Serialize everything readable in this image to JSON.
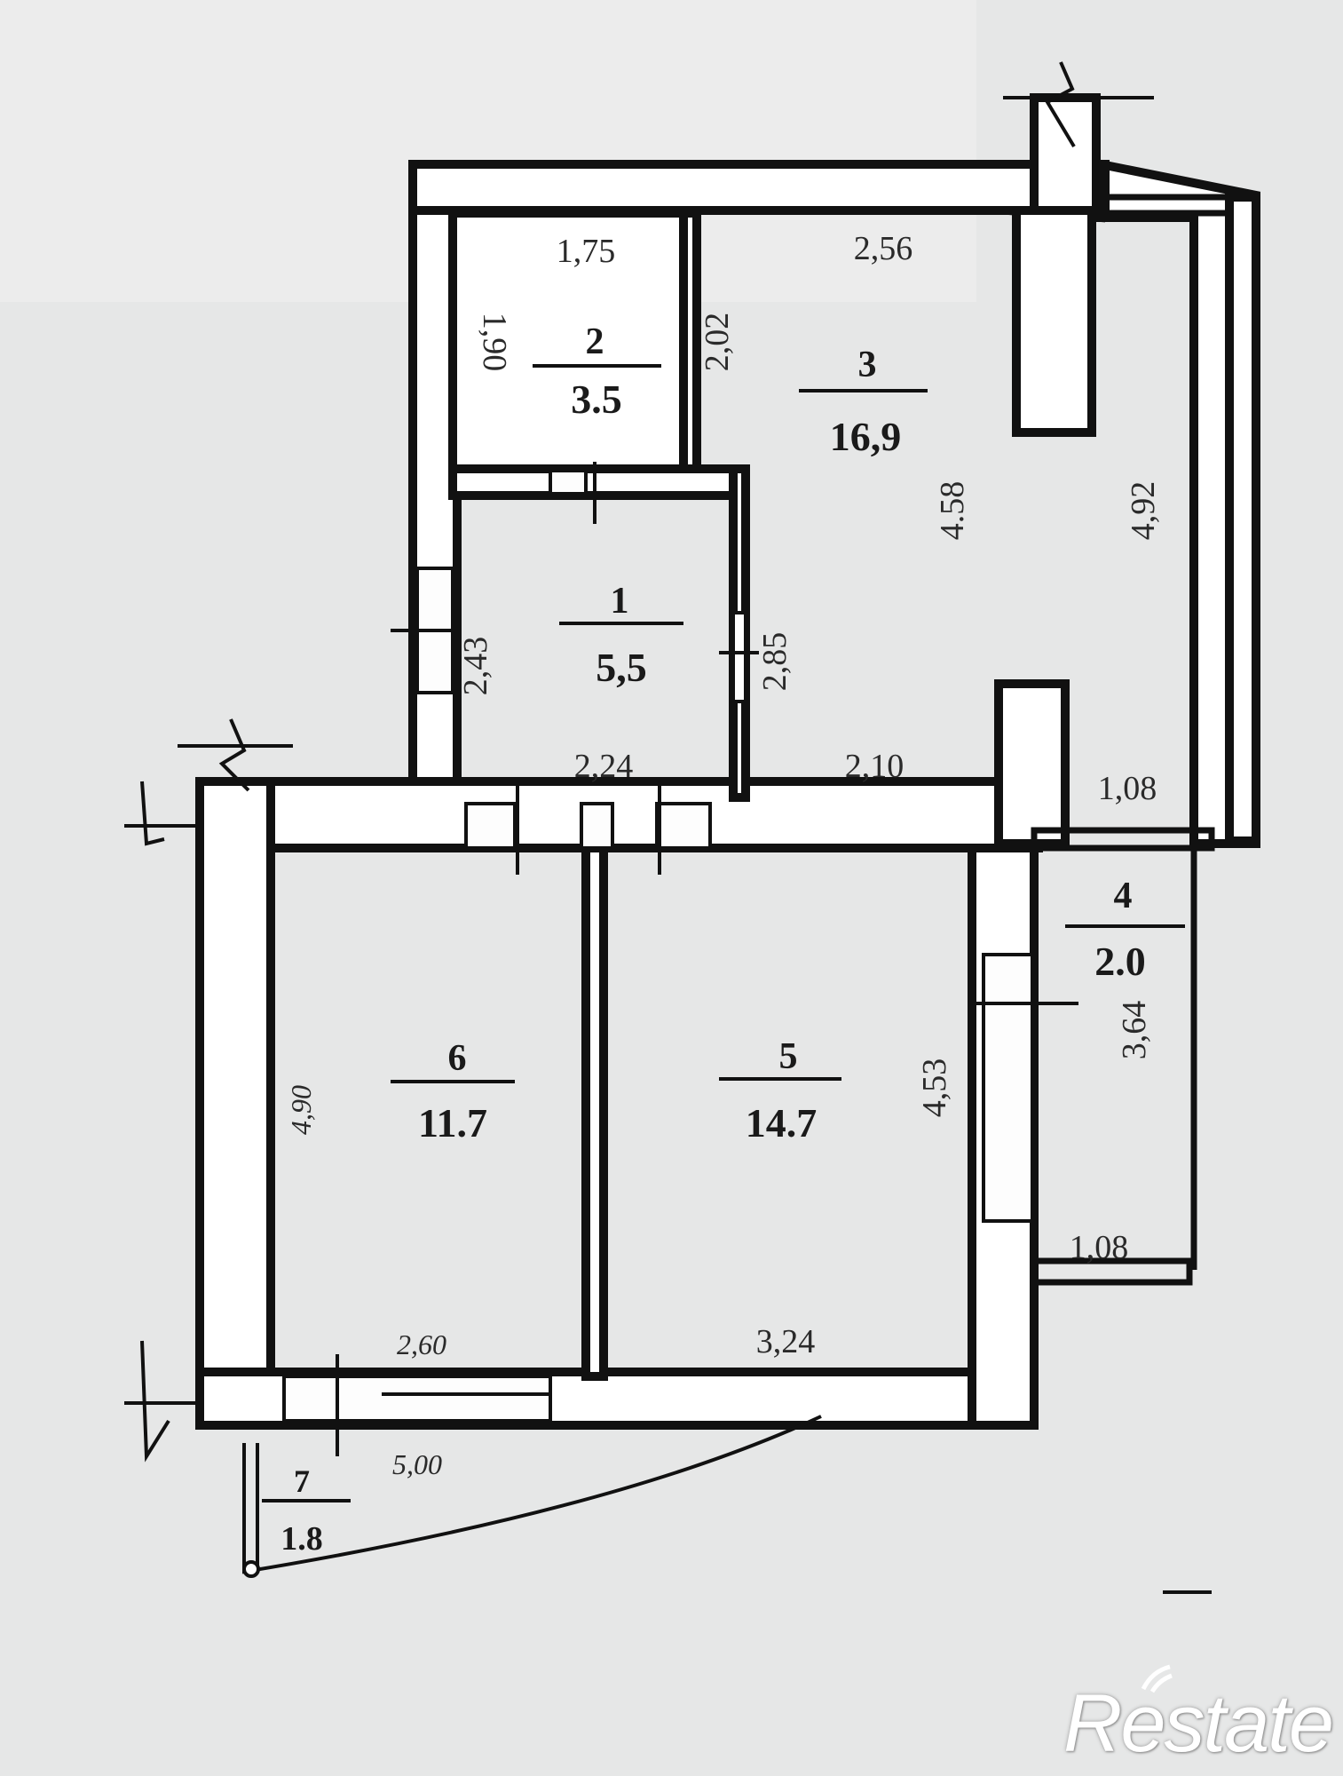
{
  "rooms": [
    {
      "number": "1",
      "area": "5,5"
    },
    {
      "number": "2",
      "area": "3.5"
    },
    {
      "number": "3",
      "area": "16,9"
    },
    {
      "number": "4",
      "area": "2.0"
    },
    {
      "number": "5",
      "area": "14.7"
    },
    {
      "number": "6",
      "area": "11.7"
    },
    {
      "number": "7",
      "area": "1.8"
    }
  ],
  "dimensions": {
    "r2_top": "1,75",
    "r2_side": "1,90",
    "r3_top": "2,56",
    "r3_left": "2,02",
    "r3_inner": "4.58",
    "r3_right": "4,92",
    "r1_left": "2,43",
    "r1_right": "2,85",
    "r1_bottom": "2,24",
    "r3_bottom": "2,10",
    "r4_top": "1,08",
    "r4_side": "3,64",
    "r4_bottom": "1,08",
    "r5_side": "4,53",
    "r5_bottom": "3,24",
    "r6_side": "4,90",
    "r6_bottom": "2,60",
    "balcony": "5,00"
  },
  "watermark": "Restate"
}
